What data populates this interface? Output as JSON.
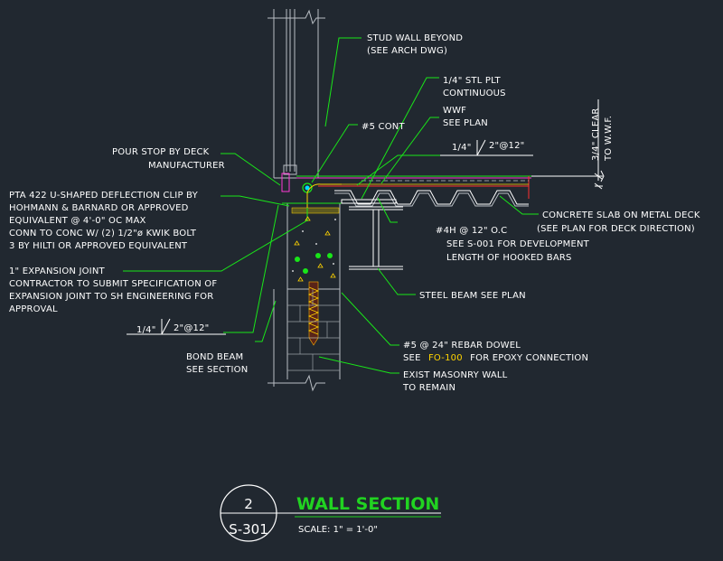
{
  "labels": {
    "stud_wall": [
      "STUD WALL BEYOND",
      "(SEE ARCH DWG)"
    ],
    "stl_plt": [
      "1/4\" STL PLT",
      "CONTINUOUS"
    ],
    "wwf": [
      "WWF",
      "SEE PLAN"
    ],
    "five_cont": "#5 CONT",
    "clear": [
      "3/4\" CLEAR",
      "TO W.W.F."
    ],
    "pour_stop": [
      "POUR STOP BY DECK",
      "MANUFACTURER"
    ],
    "pta": [
      "PTA 422 U-SHAPED DEFLECTION CLIP BY",
      "HOHMANN & BARNARD OR APPROVED",
      "EQUIVALENT @ 4'-0\" OC MAX",
      "CONN TO CONC W/ (2) 1/2\"ø KWIK BOLT",
      "3 BY HILTI OR APPROVED EQUIVALENT"
    ],
    "concrete_slab": [
      "CONCRETE SLAB ON METAL DECK",
      "(SEE PLAN FOR DECK DIRECTION)"
    ],
    "hooked_bars": [
      "#4H @ 12\" O.C",
      "SEE S-001 FOR DEVELOPMENT",
      "LENGTH OF HOOKED BARS"
    ],
    "expansion_joint": [
      "1\" EXPANSION JOINT",
      "CONTRACTOR TO SUBMIT SPECIFICATION OF",
      "EXPANSION JOINT TO SH ENGINEERING FOR",
      "APPROVAL"
    ],
    "steel_beam": "STEEL BEAM SEE PLAN",
    "rebar_dowel": "#5 @ 24\" REBAR DOWEL",
    "epoxy_see": "SEE",
    "epoxy_ref": "FO-100",
    "epoxy_rest": "FOR EPOXY CONNECTION",
    "bond_beam": [
      "BOND BEAM",
      "SEE SECTION"
    ],
    "masonry": [
      "EXIST MASONRY WALL",
      "TO REMAIN"
    ]
  },
  "weld_symbols": {
    "top": {
      "size": "1/4\"",
      "pitch": "2\"@12\""
    },
    "bottom": {
      "size": "1/4\"",
      "pitch": "2\"@12\""
    }
  },
  "title_block": {
    "detail_number": "2",
    "sheet": "S-301",
    "title": "WALL SECTION",
    "scale": "SCALE: 1\" = 1'-0\""
  },
  "colors": {
    "background": "#212830",
    "leader": "#19e619",
    "title": "#21d321",
    "text": "#ffffff",
    "structure": "#b9bec4",
    "rebar": "#ffd400",
    "stud_plate": "#ff3ad6",
    "ref_highlight": "#ffd400"
  }
}
